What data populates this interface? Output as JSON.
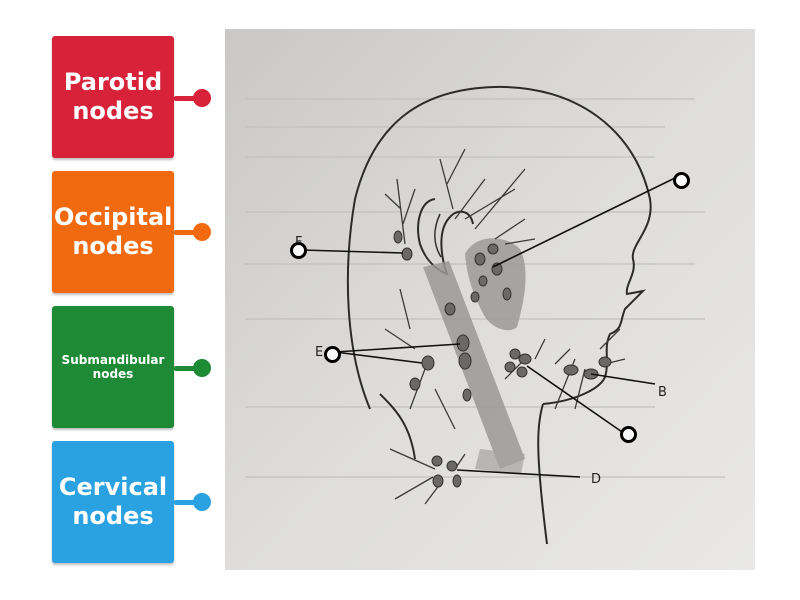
{
  "labels": [
    {
      "text": "Parotid nodes",
      "color": "#d7223a"
    },
    {
      "text": "Occipital nodes",
      "color": "#f26a0f"
    },
    {
      "text": "Submandibular nodes",
      "color": "#1f8a36"
    },
    {
      "text": "Cervical nodes",
      "color": "#2aa1e0"
    }
  ],
  "diagram": {
    "letters": [
      "F",
      "E",
      "B",
      "D"
    ]
  }
}
